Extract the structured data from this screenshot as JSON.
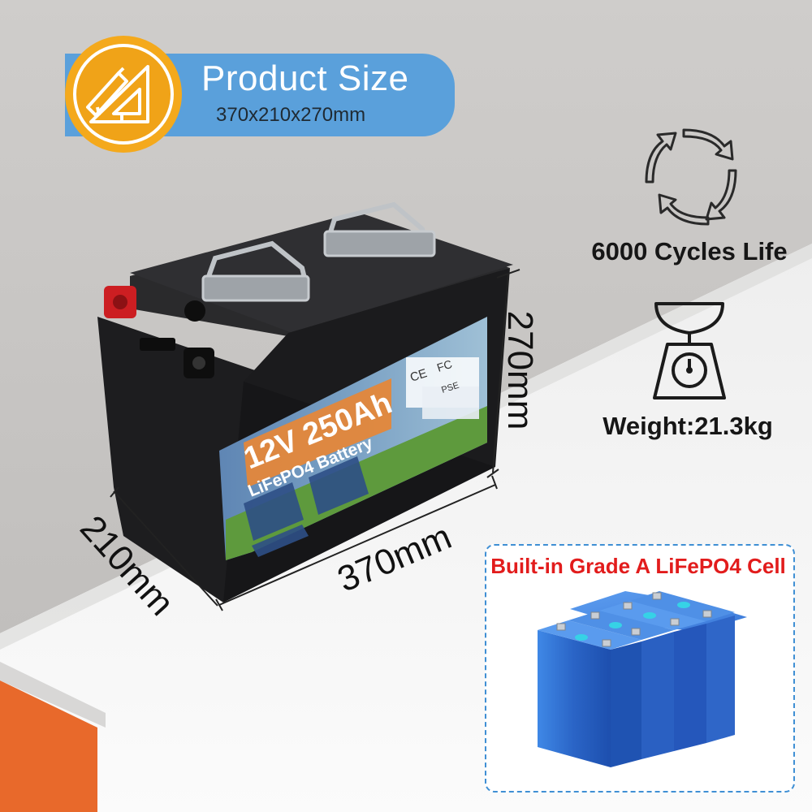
{
  "header": {
    "title": "Product Size",
    "size_text": "370x210x270mm",
    "icon": "ruler-triangle-icon"
  },
  "product": {
    "label_line1": "12V 250Ah",
    "label_line2": "LiFePO4 Battery",
    "cert_marks": [
      "CE",
      "FC",
      "PSE"
    ]
  },
  "dimensions": {
    "height": "270mm",
    "width": "370mm",
    "depth": "210mm"
  },
  "features": {
    "cycles": {
      "label": "6000 Cycles Life",
      "icon": "cycle-arrows-icon"
    },
    "weight": {
      "label": "Weight:21.3kg",
      "icon": "scale-icon"
    }
  },
  "cell_inset": {
    "title": "Built-in Grade A LiFePO4 Cell"
  },
  "colors": {
    "banner_blue": "#5aa0db",
    "icon_orange": "#f0a318",
    "wall_grey": "#c9c7c5",
    "floor_white": "#f6f6f6",
    "accent_orange": "#e8692b",
    "battery_black": "#1c1c1e",
    "cell_blue": "#2f6fd0",
    "cell_title_red": "#e21c1c"
  }
}
